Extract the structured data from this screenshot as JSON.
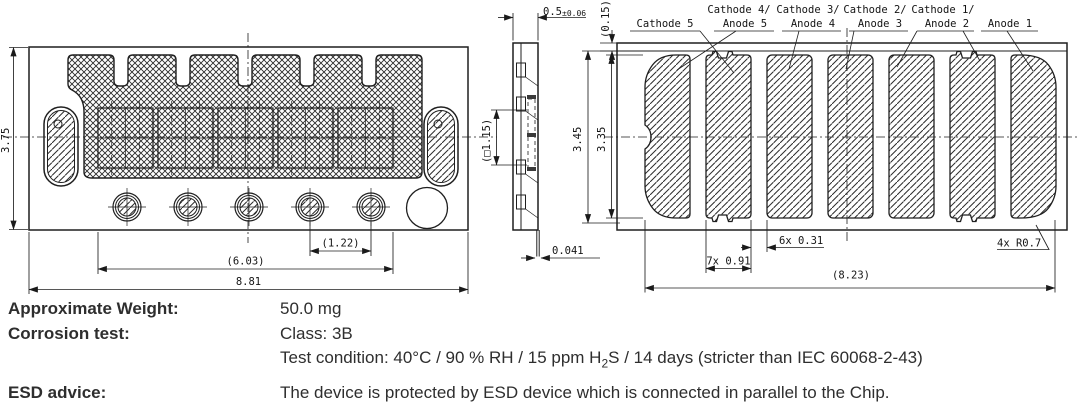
{
  "drawing": {
    "front": {
      "height": "3.75",
      "hole_pitch": "(1.22)",
      "window_span": "(6.03)",
      "width": "8.81"
    },
    "side": {
      "thickness": "0.5",
      "thickness_tol": "±0.06",
      "chip_size": "(□1.15)",
      "lead_thickness": "0.041"
    },
    "back": {
      "step": "(0.15)",
      "outer_height": "3.45",
      "pad_height": "3.35",
      "pad_width": "7x 0.91",
      "pad_gap": "6x 0.31",
      "span": "(8.23)",
      "corner_radius": "4x R0.7",
      "labels_row1": [
        "Cathode 4/",
        "Cathode 3/",
        "Cathode 2/",
        "Cathode 1/"
      ],
      "labels_row2": [
        "Cathode 5",
        "Anode 5",
        "Anode 4",
        "Anode 3",
        "Anode 2",
        "Anode 1"
      ]
    }
  },
  "specs": {
    "weight_label": "Approximate Weight:",
    "weight_value": "50.0 mg",
    "corrosion_label": "Corrosion test:",
    "corrosion_value": "Class: 3B",
    "test_condition_pre": "Test condition: 40°C / 90 % RH / 15 ppm H",
    "test_condition_sub": "2",
    "test_condition_post": "S / 14 days (stricter than IEC  60068-2-43)",
    "esd_label": "ESD advice:",
    "esd_value": "The device is protected by ESD device which is connected in parallel to the Chip."
  }
}
